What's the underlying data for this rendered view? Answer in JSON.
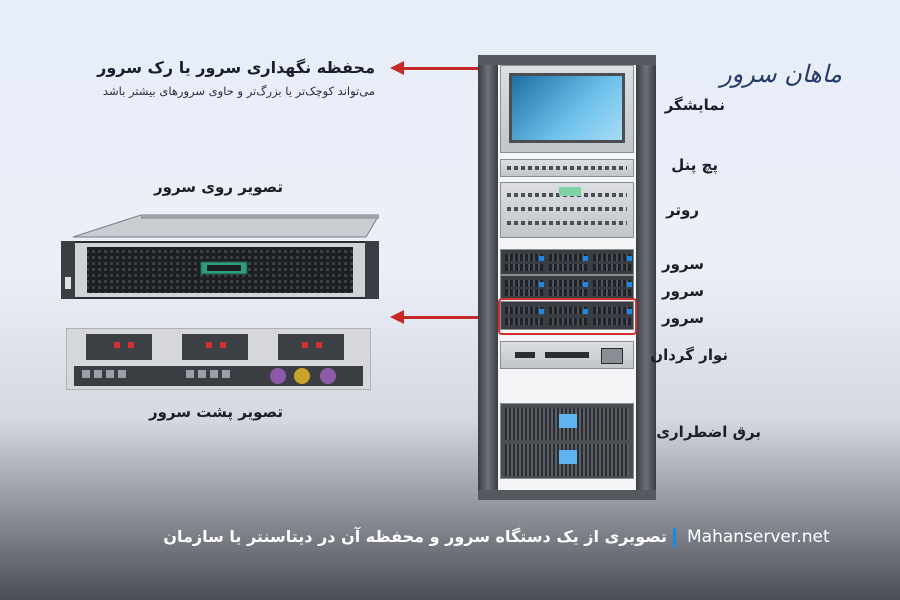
{
  "brand": {
    "logo_text": "ماهان سرور"
  },
  "storage": {
    "title": "محفظه نگهداری سرور یا رک سرور",
    "subtitle": "می‌تواند کوچک‌تر یا بزرگ‌تر و حاوی سرورهای بیشتر باشد"
  },
  "front_view": {
    "title": "تصویر روی سرور"
  },
  "rear_view": {
    "title": "تصویر پشت سرور"
  },
  "rack_labels": {
    "monitor": "نمایشگر",
    "patch_panel": "پچ پنل",
    "router": "روتر",
    "server1": "سرور",
    "server2": "سرور",
    "server3": "سرور",
    "tape": "نوار گردان",
    "ups": "برق اضطراری"
  },
  "footer": {
    "domain": "Mahanserver.net",
    "caption": "تصویری از یک دستگاه سرور و محفظه آن در دیتاسنتر یا سازمان"
  },
  "colors": {
    "arrow": "#c62828",
    "highlight": "#d32f2f",
    "accent_blue": "#1e88e5",
    "server_green": "#2e9d7a"
  }
}
